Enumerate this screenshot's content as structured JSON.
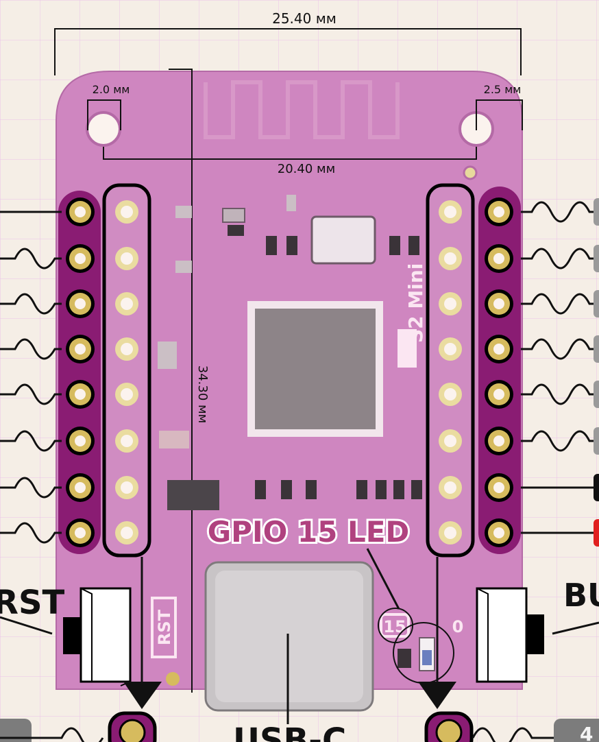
{
  "dimensions": {
    "width_overall": "25.40 мм",
    "hole_spacing": "20.40 мм",
    "left_hole_offset": "2.0 мм",
    "right_hole_offset": "2.5 мм",
    "height": "34.30 мм"
  },
  "board": {
    "model_silk": "S2 Mini",
    "reset_silk": "RST",
    "led_pin_silk": "15",
    "button_pin_silk": "0"
  },
  "labels": {
    "gpio_led": "GPIO 15 LED",
    "reset_button": "RST",
    "boot_button": "BU",
    "usb": "USB-C",
    "bottom_right_tag": "4"
  },
  "colors": {
    "board": "#cf86c0",
    "board_dark": "#8a1c73",
    "pad_gold": "#d6bb5e",
    "paper": "#f5eee6",
    "grid": "#e6b8e6",
    "led_label": "#b0427f",
    "accent_red": "#e0201f"
  }
}
